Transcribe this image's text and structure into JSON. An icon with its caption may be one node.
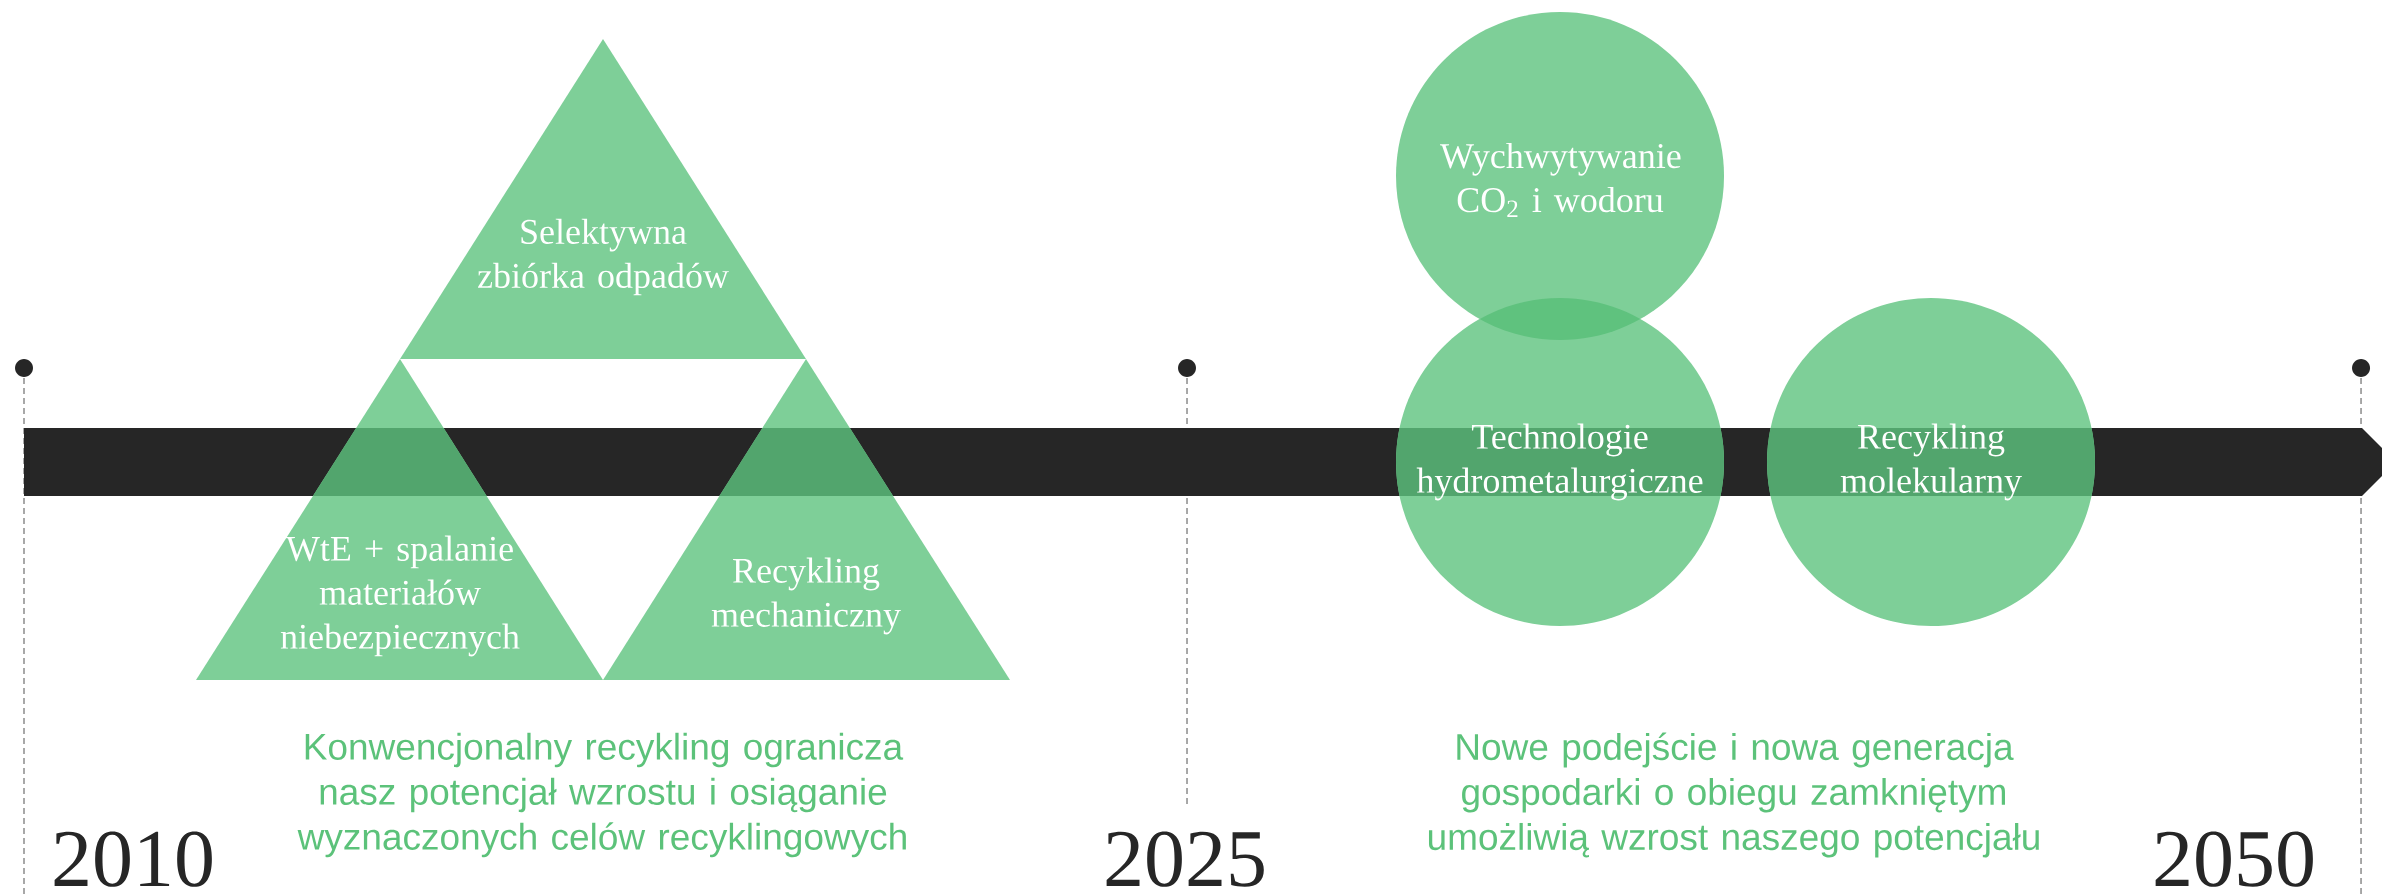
{
  "diagram": {
    "nodes": [
      {
        "text": [
          "Selektywna zbiórka odpadów"
        ]
      },
      {
        "text": [
          "WtE + spalanie materiałów niebezpiecznych"
        ]
      },
      {
        "text": [
          "Recykling mechaniczny"
        ]
      },
      {
        "text": [
          "Wychwytywanie CO$_{2}$ i wodoru"
        ]
      },
      {
        "text": [
          "Technologie hydrometalurgiczne"
        ]
      },
      {
        "text": [
          "Recykling molekularny"
        ]
      }
    ],
    "labels": [
      "Konwencjonalny recykling ogranicza nasz potencjał wzrostu i osiąganie wyznaczonych celów recyklingowych",
      "Nowe podejście i nowa generacja gospodarki o obiegu zamkniętym umożliwią wzrost naszego potencjału",
      "2010",
      "2025",
      "2050"
    ]
  }
}
